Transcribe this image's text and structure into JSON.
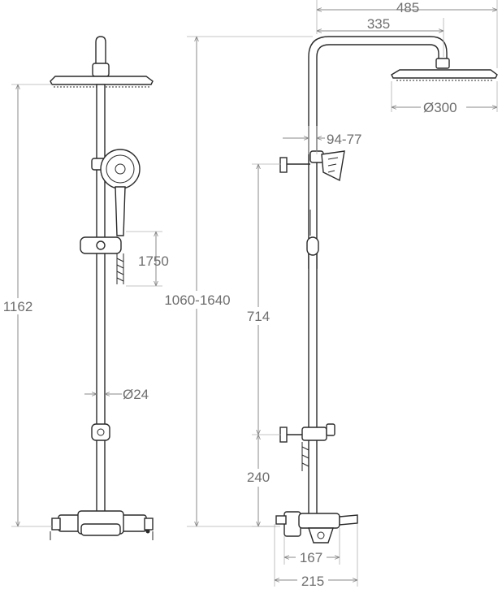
{
  "dimensions": {
    "width_total": "485",
    "arm_length": "335",
    "head_diameter": "Ø300",
    "slider_range": "94-77",
    "hose_length": "1750",
    "height_fixed": "1162",
    "height_adjustable": "1060-1640",
    "slider_height": "714",
    "pipe_diameter": "Ø24",
    "diverter_height": "240",
    "spout_width": "167",
    "mixer_depth": "215"
  }
}
